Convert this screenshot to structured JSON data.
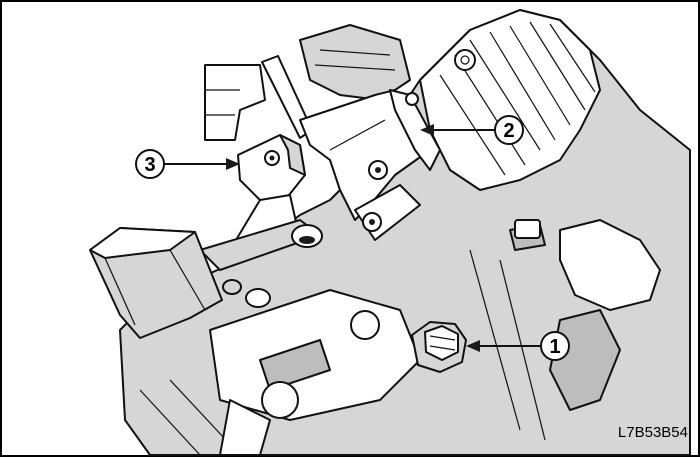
{
  "figure": {
    "figure_code": "L7B53B54",
    "callouts": [
      {
        "label": "1",
        "target": "drain-plug-bolt"
      },
      {
        "label": "2",
        "target": "bracket"
      },
      {
        "label": "3",
        "target": "shift-cable-end"
      }
    ]
  }
}
